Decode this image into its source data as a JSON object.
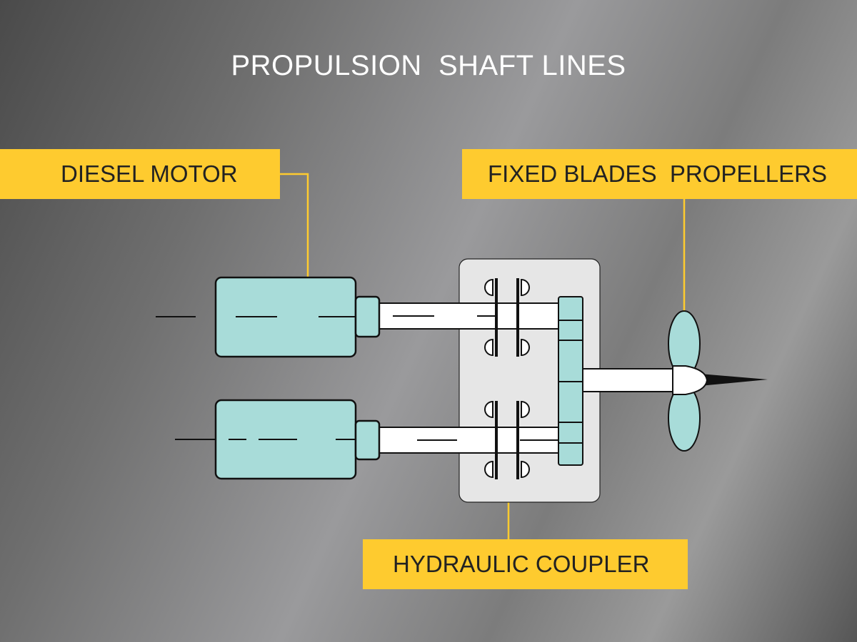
{
  "title": "PROPULSION  SHAFT LINES",
  "labels": {
    "diesel_motor": "DIESEL MOTOR",
    "propellers": "FIXED BLADES  PROPELLERS",
    "hydraulic_coupler": "HYDRAULIC COUPLER"
  },
  "colors": {
    "label_bg": "#fecb2f",
    "component_fill": "#a8dcd9",
    "housing_fill": "#e6e6e6",
    "leader_line": "#fecb2f"
  }
}
